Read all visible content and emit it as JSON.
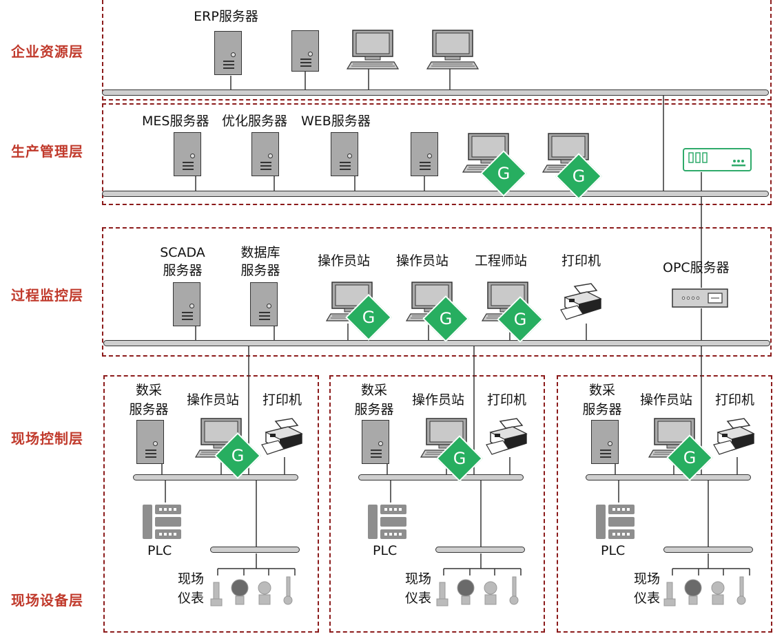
{
  "layers": {
    "enterprise": "企业资源层",
    "production": "生产管理层",
    "process": "过程监控层",
    "field_control": "现场控制层",
    "field_device": "现场设备层"
  },
  "enterprise": {
    "erp_server": "ERP服务器"
  },
  "production": {
    "mes_server": "MES服务器",
    "opt_server": "优化服务器",
    "web_server": "WEB服务器"
  },
  "process": {
    "scada_1": "SCADA",
    "scada_2": "服务器",
    "db_1": "数据库",
    "db_2": "服务器",
    "operator_1": "操作员站",
    "operator_2": "操作员站",
    "engineer": "工程师站",
    "printer": "打印机",
    "opc_server": "OPC服务器"
  },
  "field_units": [
    {
      "acq_1": "数采",
      "acq_2": "服务器",
      "operator": "操作员站",
      "printer": "打印机",
      "plc": "PLC",
      "inst_1": "现场",
      "inst_2": "仪表"
    },
    {
      "acq_1": "数采",
      "acq_2": "服务器",
      "operator": "操作员站",
      "printer": "打印机",
      "plc": "PLC",
      "inst_1": "现场",
      "inst_2": "仪表"
    },
    {
      "acq_1": "数采",
      "acq_2": "服务器",
      "operator": "操作员站",
      "printer": "打印机",
      "plc": "PLC",
      "inst_1": "现场",
      "inst_2": "仪表"
    }
  ],
  "badge_letter": "G",
  "colors": {
    "layer_label": "#c0392b",
    "zone_border": "#8b1a1a",
    "badge": "#27ae60",
    "bus": "#cfcfcf"
  }
}
